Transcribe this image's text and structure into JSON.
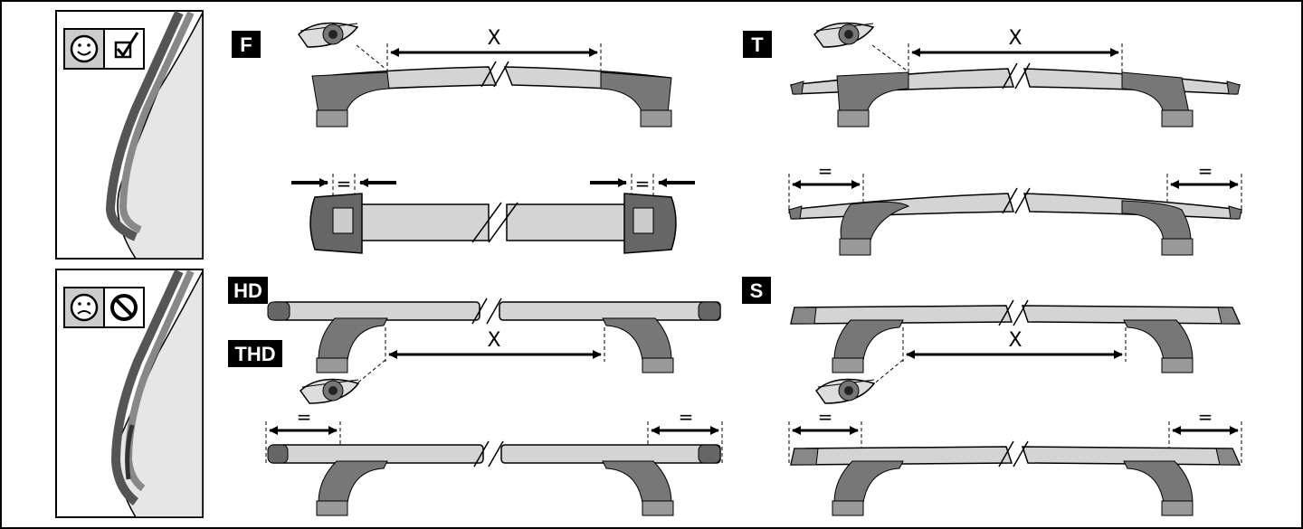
{
  "labels": {
    "f": "F",
    "t": "T",
    "hd": "HD",
    "thd": "THD",
    "s": "S"
  },
  "measure": {
    "x": "X",
    "equal": "="
  },
  "icons": {
    "ok": "smile-face-icon",
    "ok_check": "checkbox-checked-icon",
    "bad": "sad-face-icon",
    "bad_forbidden": "no-symbol-icon",
    "eye": "eye-icon"
  },
  "colors": {
    "bar": "#d4d4d4",
    "foot": "#777777",
    "ink": "#000000",
    "panel_bg": "#e6e6e6"
  }
}
